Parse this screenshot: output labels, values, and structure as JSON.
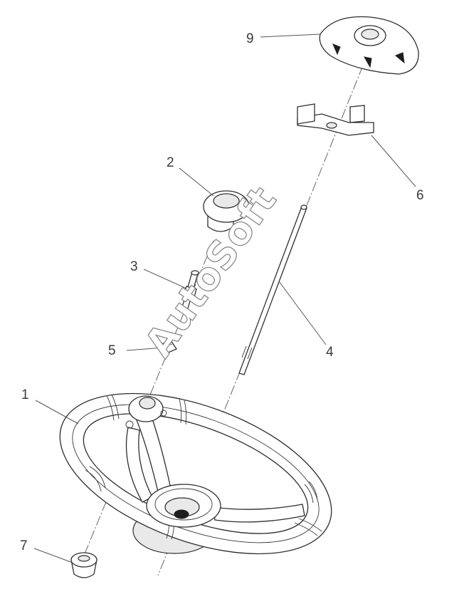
{
  "diagram": {
    "watermark": "AutoSoft",
    "callouts": [
      {
        "id": "1",
        "label": "1"
      },
      {
        "id": "2",
        "label": "2"
      },
      {
        "id": "3",
        "label": "3"
      },
      {
        "id": "4",
        "label": "4"
      },
      {
        "id": "5",
        "label": "5"
      },
      {
        "id": "6",
        "label": "6"
      },
      {
        "id": "7",
        "label": "7"
      },
      {
        "id": "9",
        "label": "9"
      }
    ]
  }
}
